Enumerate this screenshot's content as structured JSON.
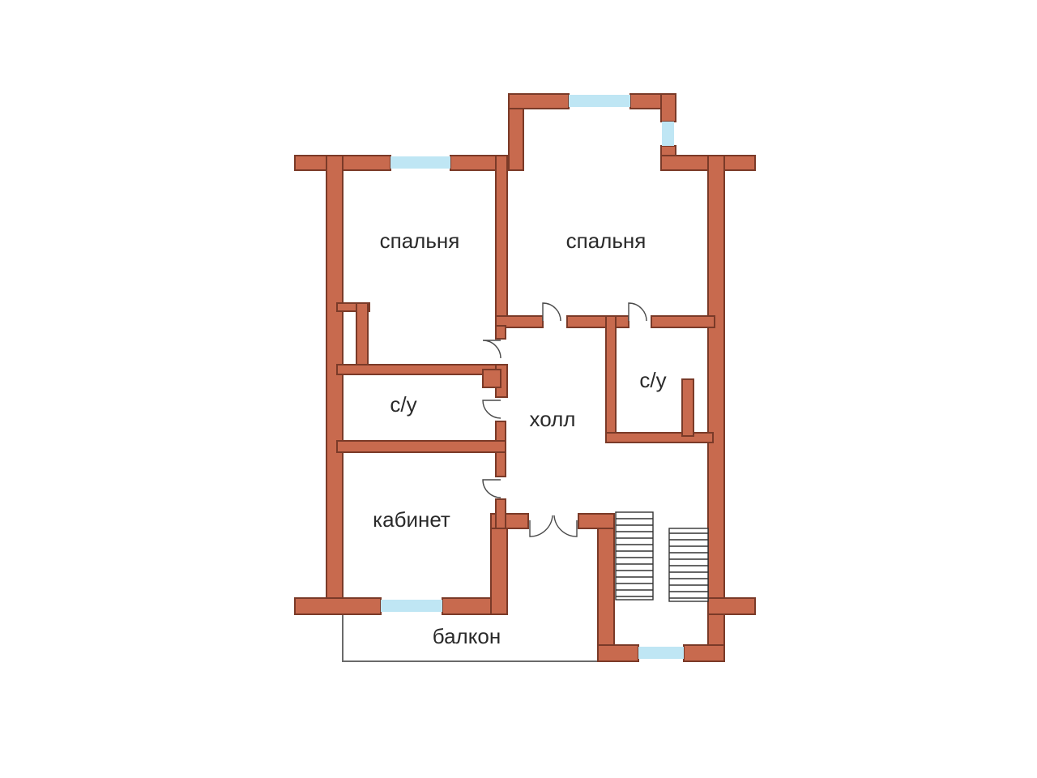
{
  "colors": {
    "wall": "#c86a4e",
    "wall_stroke": "#7a3a28",
    "window": "#bfe6f4",
    "background": "#ffffff"
  },
  "rooms": {
    "bedroom_left": "спальня",
    "bedroom_right": "спальня",
    "wc_left": "с/у",
    "wc_right": "с/у",
    "hall": "холл",
    "study": "кабинет",
    "balcony": "балкон"
  }
}
